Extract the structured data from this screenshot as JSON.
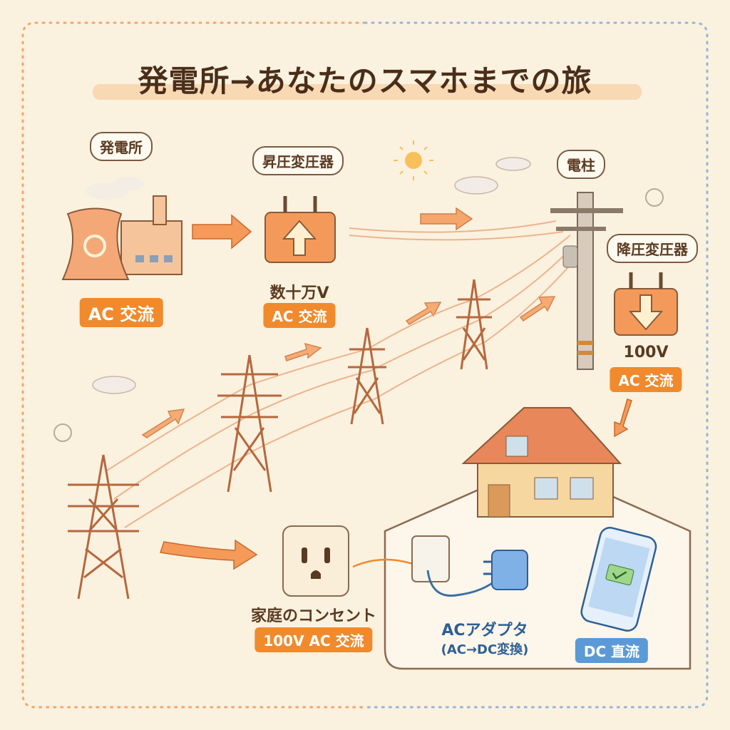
{
  "title": "発電所→あなたのスマホまでの旅",
  "power_plant": {
    "label": "発電所",
    "badge": "AC 交流"
  },
  "step_up": {
    "label": "昇圧変圧器",
    "voltage": "数十万V",
    "badge": "AC 交流"
  },
  "pole": {
    "label": "電柱"
  },
  "step_down": {
    "label": "降圧変圧器",
    "voltage": "100V",
    "badge": "AC 交流"
  },
  "outlet": {
    "label": "家庭のコンセント",
    "badge": "100V AC 交流"
  },
  "adapter": {
    "label": "ACアダプタ",
    "sub": "(AC→DC変換)"
  },
  "phone": {
    "badge": "DC 直流"
  },
  "colors": {
    "background": "#fbf1df",
    "accent": "#f08a2c",
    "blue": "#5b9ad6",
    "text": "#5a3a22"
  }
}
